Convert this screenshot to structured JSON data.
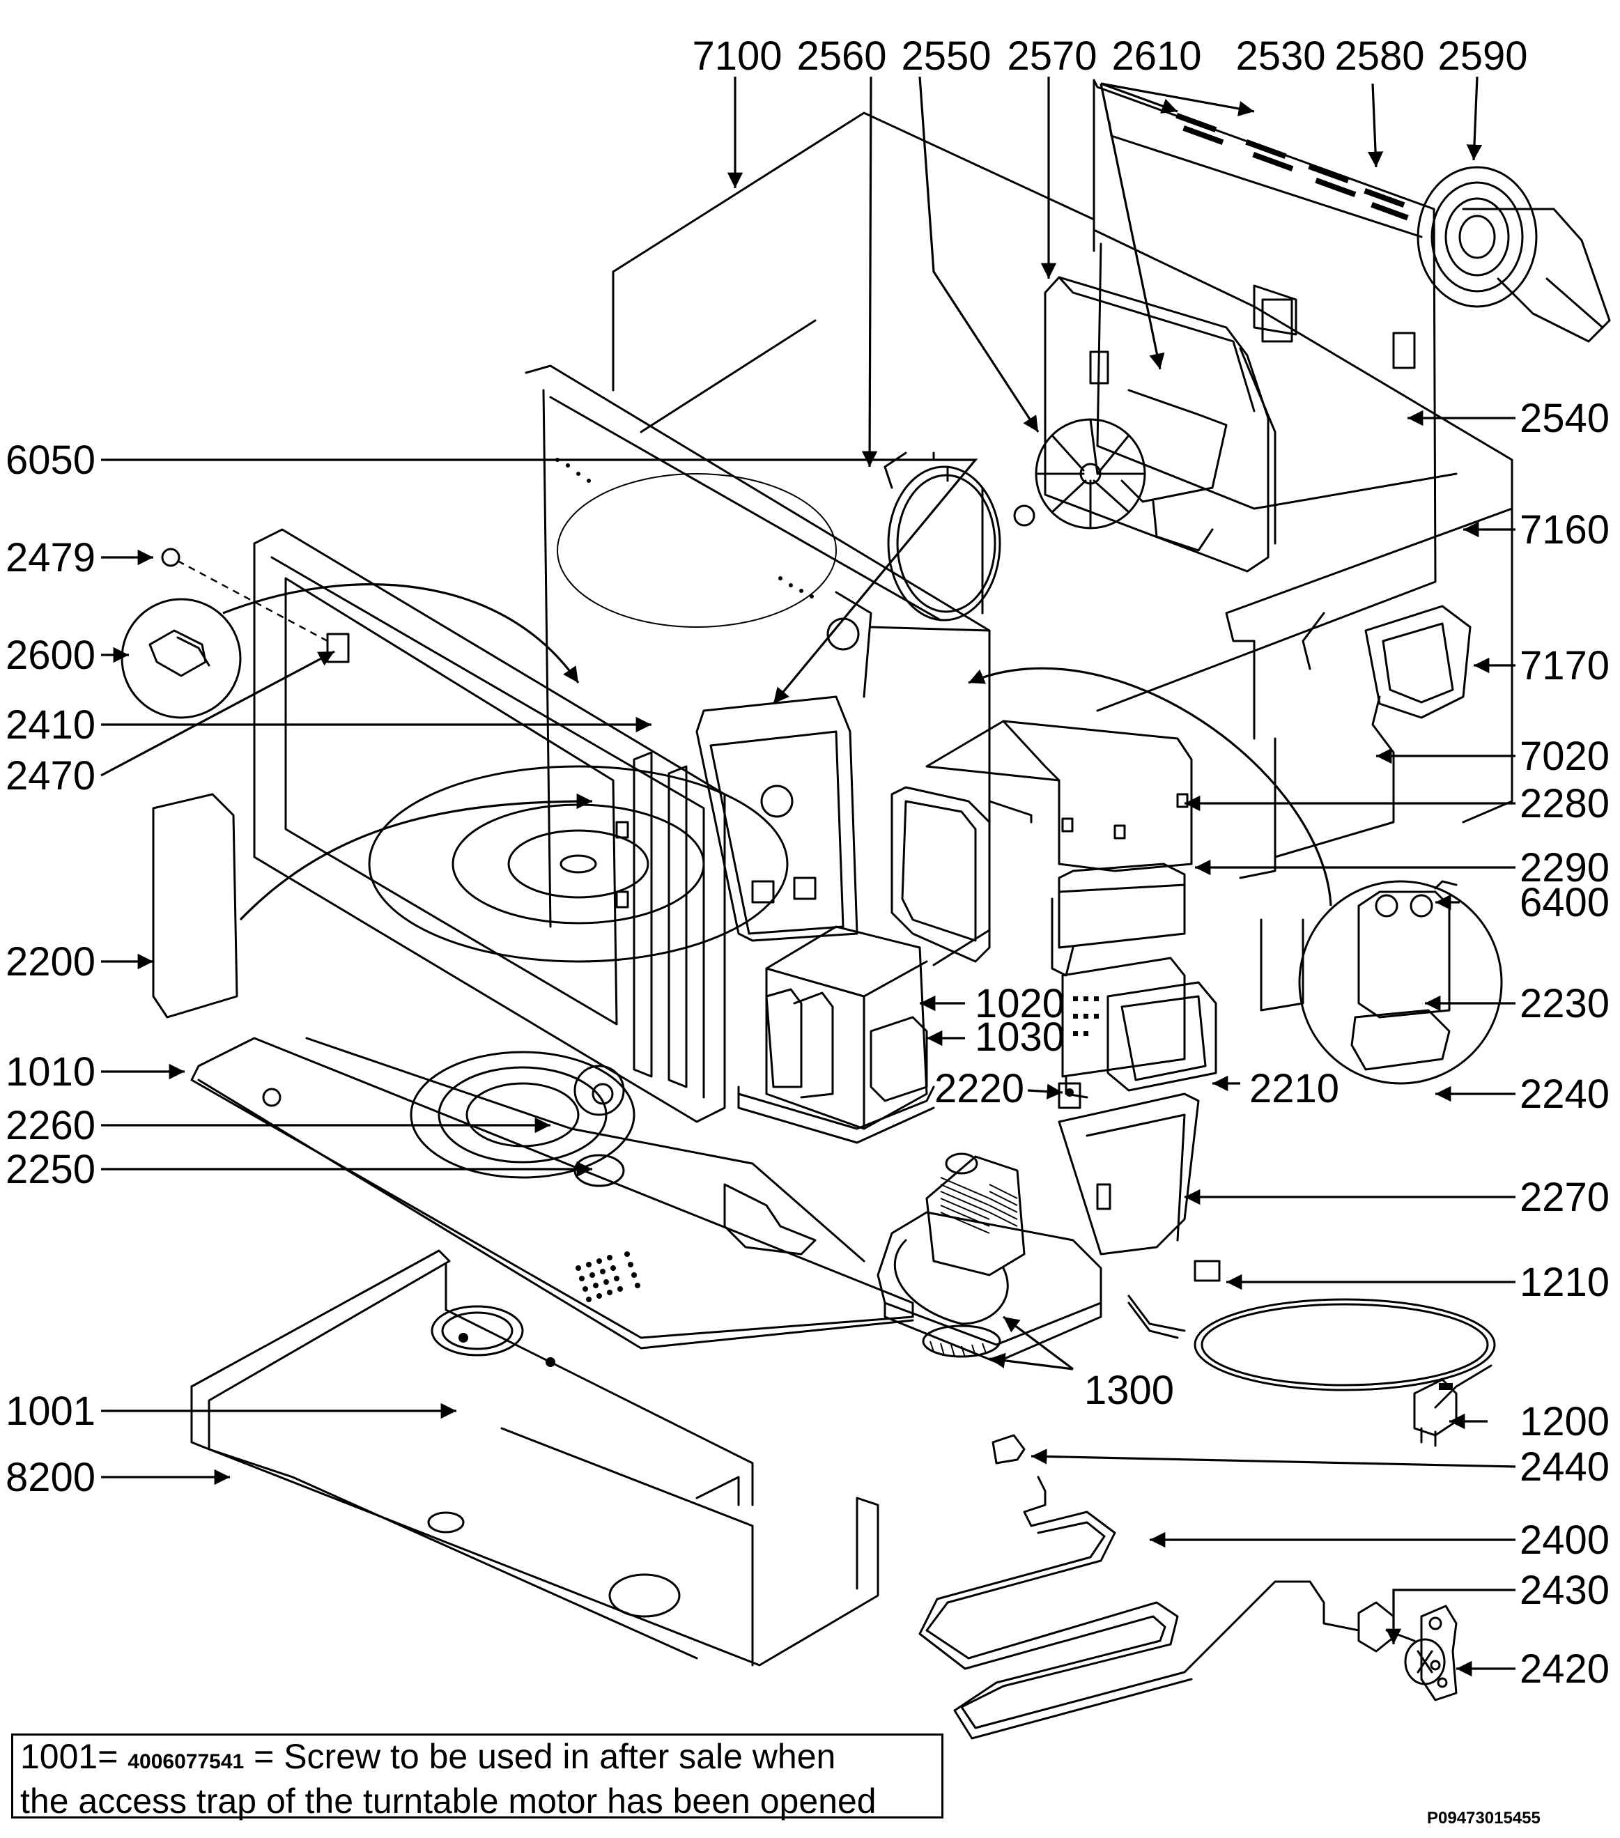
{
  "part_labels": {
    "p7100": "7100",
    "p2560": "2560",
    "p2550": "2550",
    "p2570": "2570",
    "p2610": "2610",
    "p2530": "2530",
    "p2580": "2580",
    "p2590": "2590",
    "p2540": "2540",
    "p7160": "7160",
    "p7170": "7170",
    "p7020": "7020",
    "p2280": "2280",
    "p2290": "2290",
    "p6400": "6400",
    "p2230": "2230",
    "p2240": "2240",
    "p2210": "2210",
    "p2220": "2220",
    "p1020": "1020",
    "p1030": "1030",
    "p2270": "2270",
    "p1210": "1210",
    "p1300": "1300",
    "p1200": "1200",
    "p2440": "2440",
    "p2400": "2400",
    "p2430": "2430",
    "p2420": "2420",
    "p6050": "6050",
    "p2479": "2479",
    "p2600": "2600",
    "p2410": "2410",
    "p2470": "2470",
    "p2200": "2200",
    "p1010": "1010",
    "p2260": "2260",
    "p2250": "2250",
    "p1001": "1001",
    "p8200": "8200"
  },
  "note": {
    "prefix": "1001=",
    "code": "4006077541",
    "line1_rest": "= Screw to be used in after sale when",
    "line2": "the access trap of the turntable motor has been opened"
  },
  "drawing_ref": "P09473015455"
}
